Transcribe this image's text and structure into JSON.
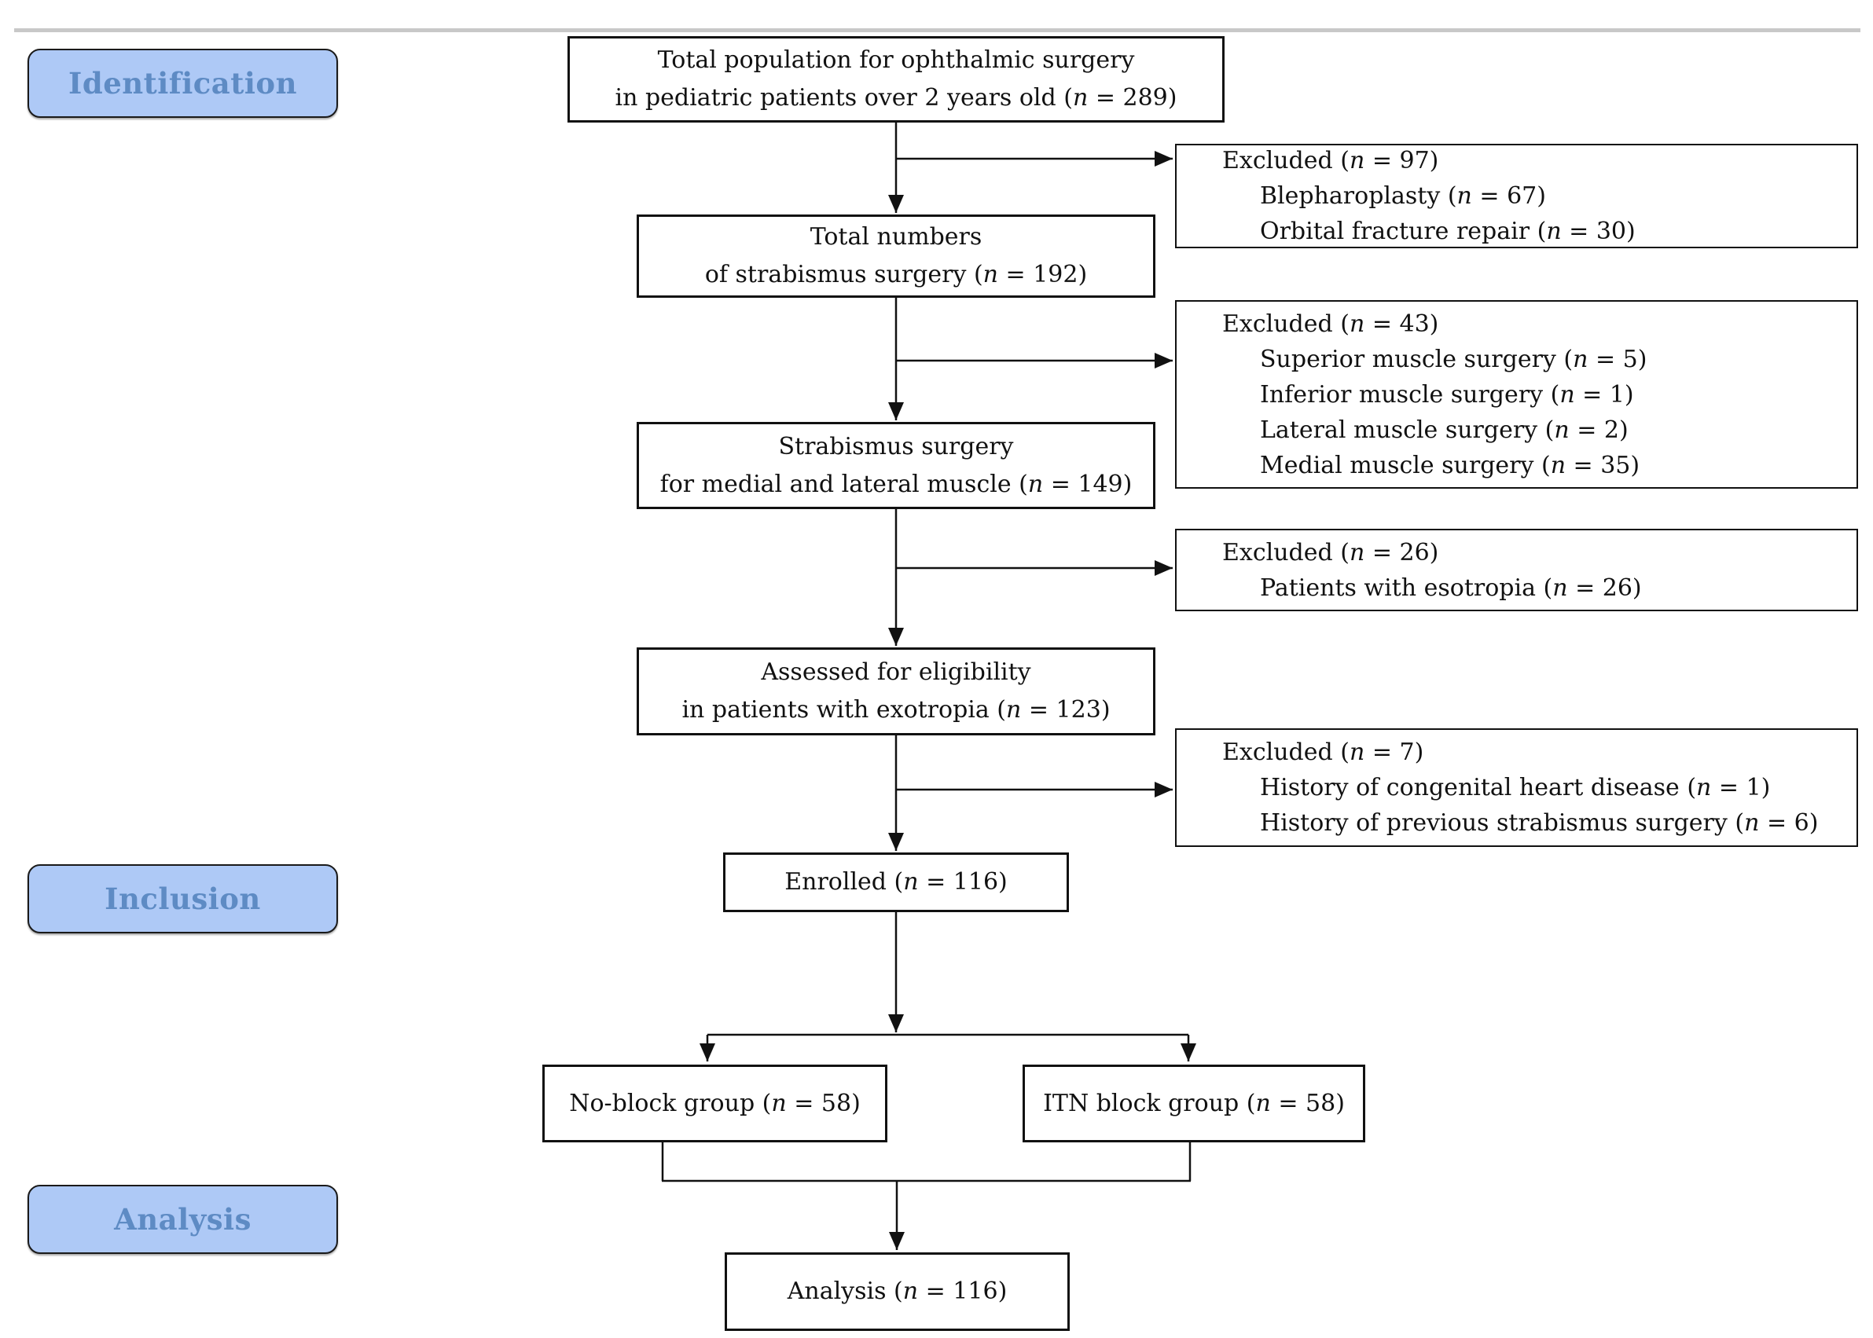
{
  "colors": {
    "stage_fill": "#aec9f6",
    "stage_text": "#5e8bc4",
    "box_border": "#111111",
    "top_rule": "#c8c8c8",
    "arrow": "#111111"
  },
  "stages": {
    "identification": "Identification",
    "inclusion": "Inclusion",
    "analysis": "Analysis"
  },
  "flow": {
    "total_population": {
      "line1": "Total population for ophthalmic surgery",
      "line2": "in pediatric patients over 2 years old (n = 289)"
    },
    "strabismus_total": {
      "line1": "Total numbers",
      "line2": "of strabismus surgery (n = 192)"
    },
    "medial_lateral": {
      "line1": "Strabismus surgery",
      "line2": "for medial and lateral muscle (n = 149)"
    },
    "assessed": {
      "line1": "Assessed for eligibility",
      "line2": "in patients with exotropia (n = 123)"
    },
    "enrolled": {
      "label": "Enrolled (n = 116)"
    },
    "no_block": {
      "label": "No-block group (n = 58)"
    },
    "itn_block": {
      "label": "ITN block group (n = 58)"
    },
    "analysis": {
      "label": "Analysis (n = 116)"
    }
  },
  "excluded": [
    {
      "title": "Excluded (n = 97)",
      "items": [
        "Blepharoplasty (n = 67)",
        "Orbital fracture repair (n = 30)"
      ]
    },
    {
      "title": "Excluded (n = 43)",
      "items": [
        "Superior muscle surgery (n = 5)",
        "Inferior muscle surgery (n = 1)",
        "Lateral muscle surgery (n = 2)",
        "Medial muscle surgery (n = 35)"
      ]
    },
    {
      "title": "Excluded (n = 26)",
      "items": [
        "Patients with esotropia (n = 26)"
      ]
    },
    {
      "title": "Excluded (n = 7)",
      "items": [
        "History of congenital heart disease (n = 1)",
        "History of previous strabismus surgery (n = 6)"
      ]
    }
  ]
}
